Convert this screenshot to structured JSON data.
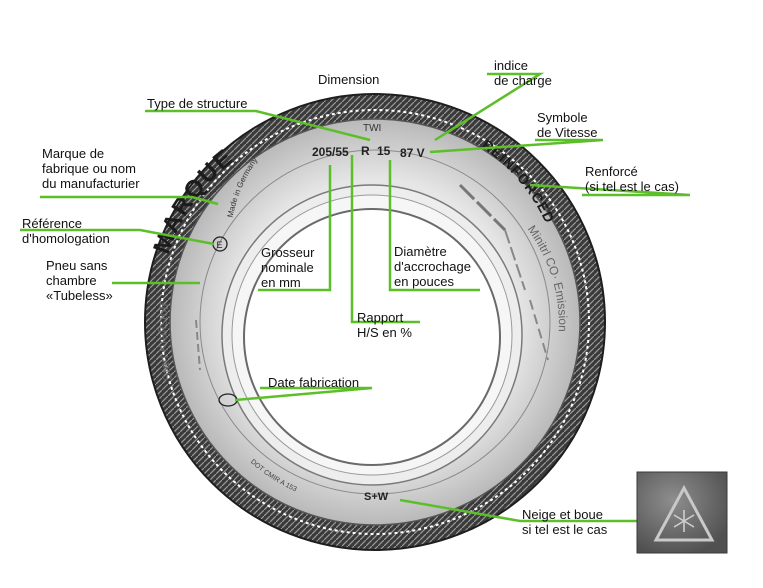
{
  "tire": {
    "size_code": "205/55",
    "structure_code": "R",
    "rim_code": "15",
    "load_speed_code": "87 V",
    "twi": "TWI",
    "brand_text": "MARQUE",
    "reinforced_text": "REINFORCED",
    "snow_code": "S+W",
    "made_in": "Made in Germany",
    "left_sidewall_text": "Start Kraftstoff",
    "right_sidewall_text": "Minitrl CO· Emission",
    "dot_text": "DOT CMIR A 153",
    "approval_mark": "E"
  },
  "labels": {
    "dimension": "Dimension",
    "type_structure": "Type de structure",
    "indice_charge": "indice\nde charge",
    "symbole_vitesse": "Symbole\nde Vitesse",
    "marque": "Marque de\nfabrique ou nom\ndu manufacturier",
    "renforce": "Renforcé\n(si tel est le cas)",
    "homologation": "Référence\nd'homologation",
    "tubeless": "Pneu sans\nchambre\n«Tubeless»",
    "grosseur": "Grosseur\nnominale\nen mm",
    "diametre": "Diamètre\nd'accrochage\nen pouces",
    "rapport": "Rapport\nH/S en %",
    "date_fabrication": "Date fabrication",
    "neige_boue": "Neige et boue\nsi tel est le cas"
  },
  "colors": {
    "leader_line": "#5cbf2a",
    "tire_dark": "#2a2a2a",
    "sidewall": "#dcdcdc",
    "badge_bg": "#6e6e6e"
  },
  "icons": {
    "snow_badge": "three-peak-mountain-snowflake-icon"
  }
}
